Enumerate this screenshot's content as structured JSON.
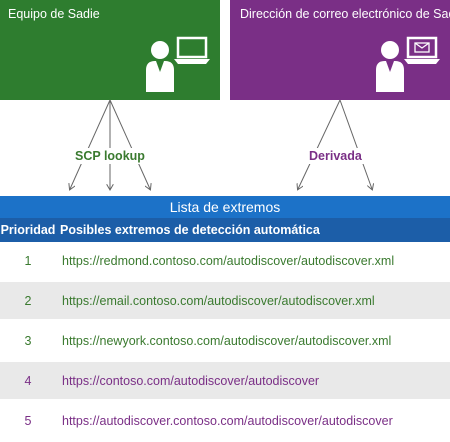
{
  "sources": {
    "team": {
      "title": "Equipo de Sadie",
      "color": "#2e7d2f"
    },
    "email": {
      "title": "Dirección de correo electrónico de Sadie",
      "color": "#7a2f86"
    }
  },
  "connectors": {
    "scp_label": "SCP lookup",
    "derived_label": "Derivada"
  },
  "list": {
    "title": "Lista de extremos",
    "columns": [
      "Prioridad",
      "Posibles extremos de detección automática"
    ],
    "rows": [
      {
        "priority": "1",
        "url": "https://redmond.contoso.com/autodiscover/autodiscover.xml"
      },
      {
        "priority": "2",
        "url": "https://email.contoso.com/autodiscover/autodiscover.xml"
      },
      {
        "priority": "3",
        "url": "https://newyork.contoso.com/autodiscover/autodiscover.xml"
      },
      {
        "priority": "4",
        "url": "https://contoso.com/autodiscover/autodiscover"
      },
      {
        "priority": "5",
        "url": "https://autodiscover.contoso.com/autodiscover/autodiscover"
      }
    ]
  },
  "colors": {
    "scp": "#3a7a2f",
    "derived": "#7a2f86",
    "header_bar": "#1c72c8",
    "table_header": "#1c5ea8"
  },
  "icons": [
    "person-laptop-icon",
    "person-mail-icon"
  ]
}
